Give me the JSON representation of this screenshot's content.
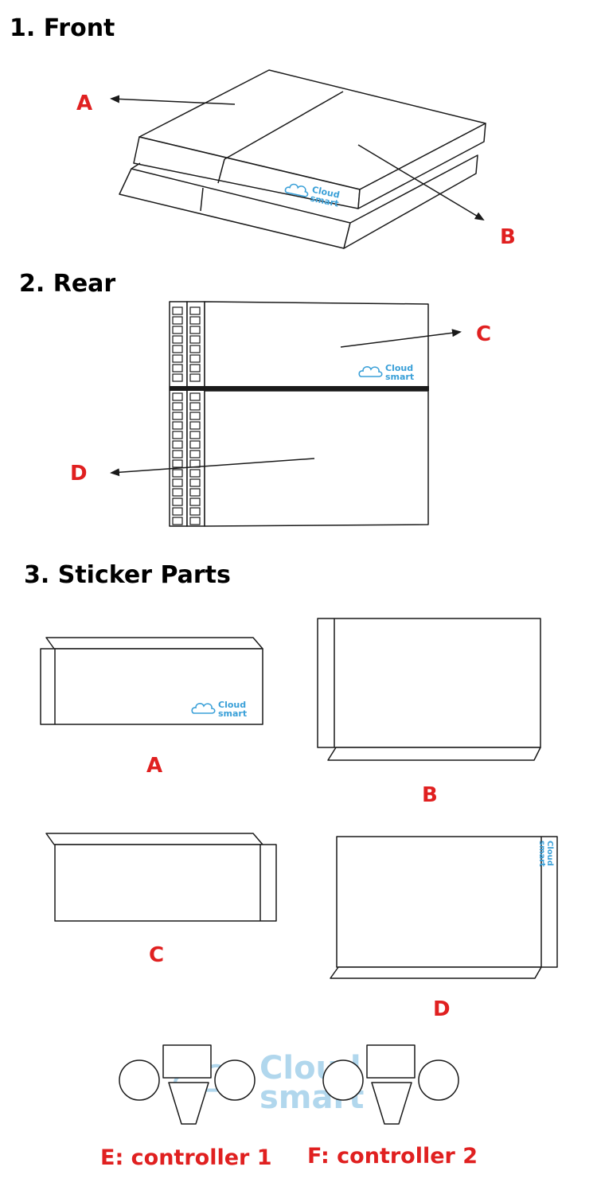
{
  "colors": {
    "label": "#e02020",
    "heading": "#000000",
    "logo": "#3aa0d8",
    "watermark": "#a9d3ec",
    "outline": "#1a1a1a"
  },
  "sections": {
    "front": "1. Front",
    "rear": "2. Rear",
    "parts": "3. Sticker Parts"
  },
  "front_labels": {
    "a": "A",
    "b": "B"
  },
  "rear_labels": {
    "c": "C",
    "d": "D"
  },
  "part_labels": {
    "a": "A",
    "b": "B",
    "c": "C",
    "d": "D"
  },
  "controllers": {
    "e": "E: controller 1",
    "f": "F: controller 2"
  },
  "logo": {
    "line1": "Cloud",
    "line2": "smart"
  }
}
